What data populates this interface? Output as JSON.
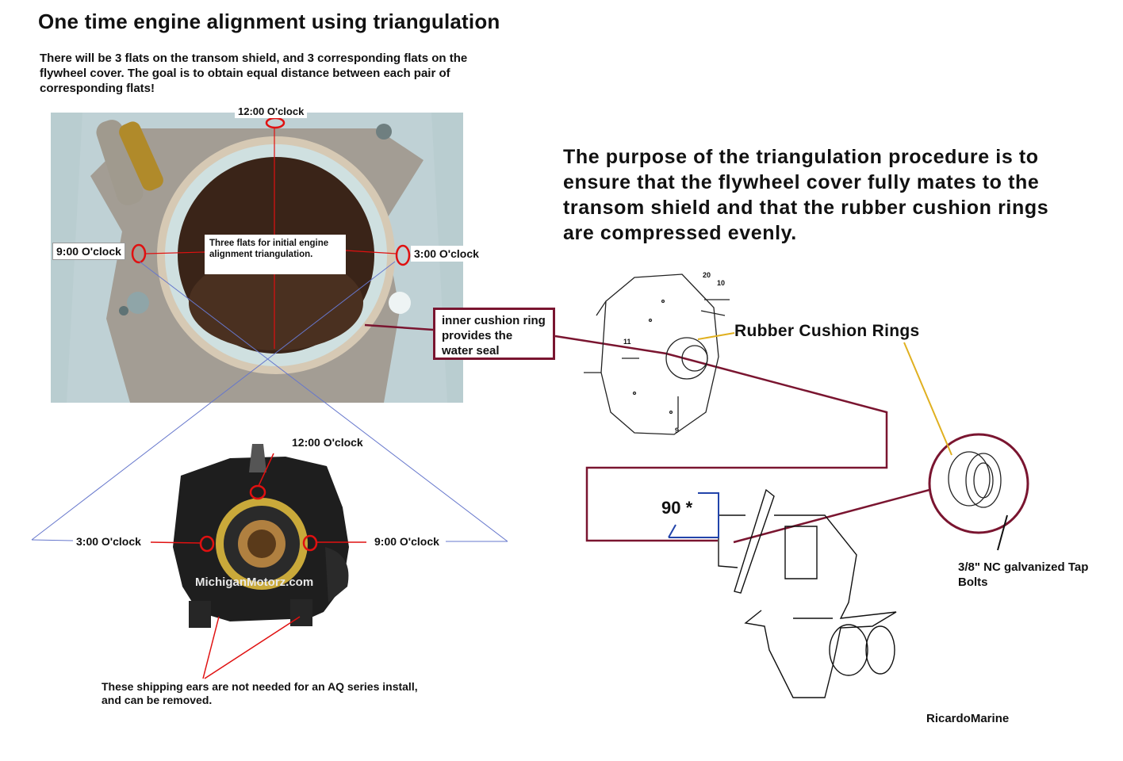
{
  "title": "One time engine alignment using triangulation",
  "intro": "There will be 3 flats on the transom shield, and 3 corresponding flats on the flywheel cover. The goal is to obtain equal distance between each pair of corresponding flats!",
  "purpose": "The purpose of the triangulation procedure is to ensure that the flywheel cover fully mates to the transom shield and that the rubber cushion rings are compressed evenly.",
  "transom_photo": {
    "label_12": "12:00 O'clock",
    "label_9": "9:00 O'clock",
    "label_3": "3:00 O'clock",
    "flats_note": "Three flats for initial engine alignment triangulation."
  },
  "flywheel_photo": {
    "label_12": "12:00 O'clock",
    "label_3": "3:00 O'clock",
    "label_9": "9:00 O'clock",
    "watermark": "MichiganMotorz.com",
    "ears_note": "These shipping ears are not needed for an AQ series install, and can be removed."
  },
  "inner_ring_callout": "inner cushion ring provides the water seal",
  "rubber_label": "Rubber Cushion Rings",
  "angle_label": "90 *",
  "bolts_label": "3/8\" NC galvanized Tap Bolts",
  "part_numbers": [
    "20",
    "10",
    "11",
    "9"
  ],
  "brand": "RicardoMarine",
  "colors": {
    "callout": "#7a1530",
    "guide_line": "#6677cc",
    "marker": "#e01010",
    "rubber_line": "#e0b020"
  }
}
